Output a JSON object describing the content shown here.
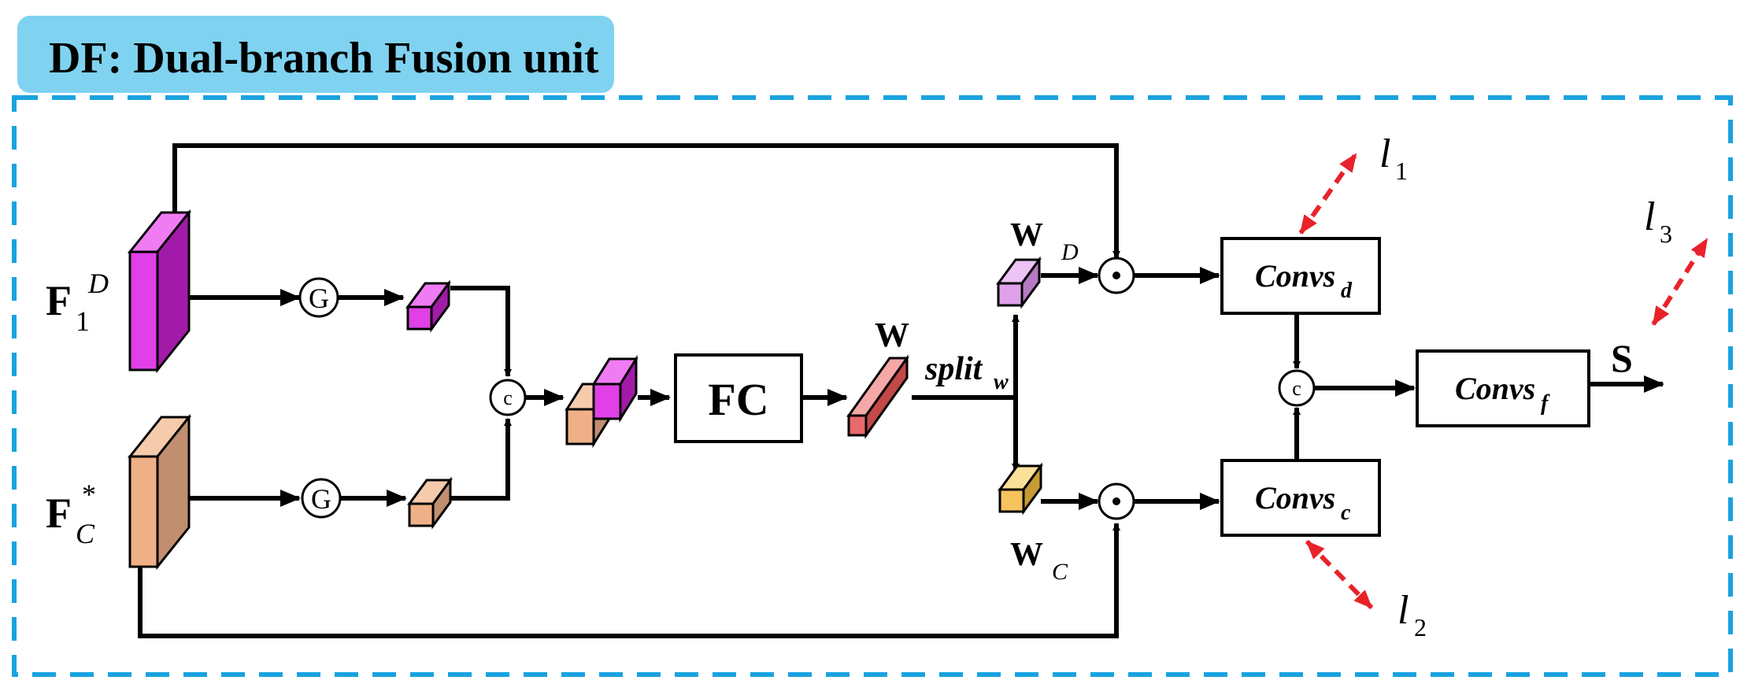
{
  "header": {
    "title": "DF: Dual-branch Fusion unit",
    "bg_color": "#7fd3f0",
    "frame_color": "#1aa3e0"
  },
  "inputs": {
    "f1": {
      "main": "F",
      "sub": "1",
      "sup": "D",
      "color": "#e040e6"
    },
    "fc": {
      "main": "F",
      "sub": "C",
      "sup": "*",
      "color": "#efb088"
    }
  },
  "operators": {
    "gap": "G",
    "concat": "c",
    "mult": "⊙"
  },
  "blocks": {
    "fc_block": "FC",
    "w_label": "W",
    "split": {
      "main": "split",
      "sub": "w"
    },
    "wd": {
      "main": "W",
      "sub": "D"
    },
    "wc": {
      "main": "W",
      "sub": "C"
    },
    "convs_d": {
      "main": "Convs",
      "sub": "d"
    },
    "convs_c": {
      "main": "Convs",
      "sub": "c"
    },
    "convs_f": {
      "main": "Convs",
      "sub": "f"
    },
    "output": "S"
  },
  "losses": {
    "l1": {
      "main": "l",
      "sub": "1"
    },
    "l2": {
      "main": "l",
      "sub": "2"
    },
    "l3": {
      "main": "l",
      "sub": "3"
    },
    "color": "#e8222a"
  }
}
